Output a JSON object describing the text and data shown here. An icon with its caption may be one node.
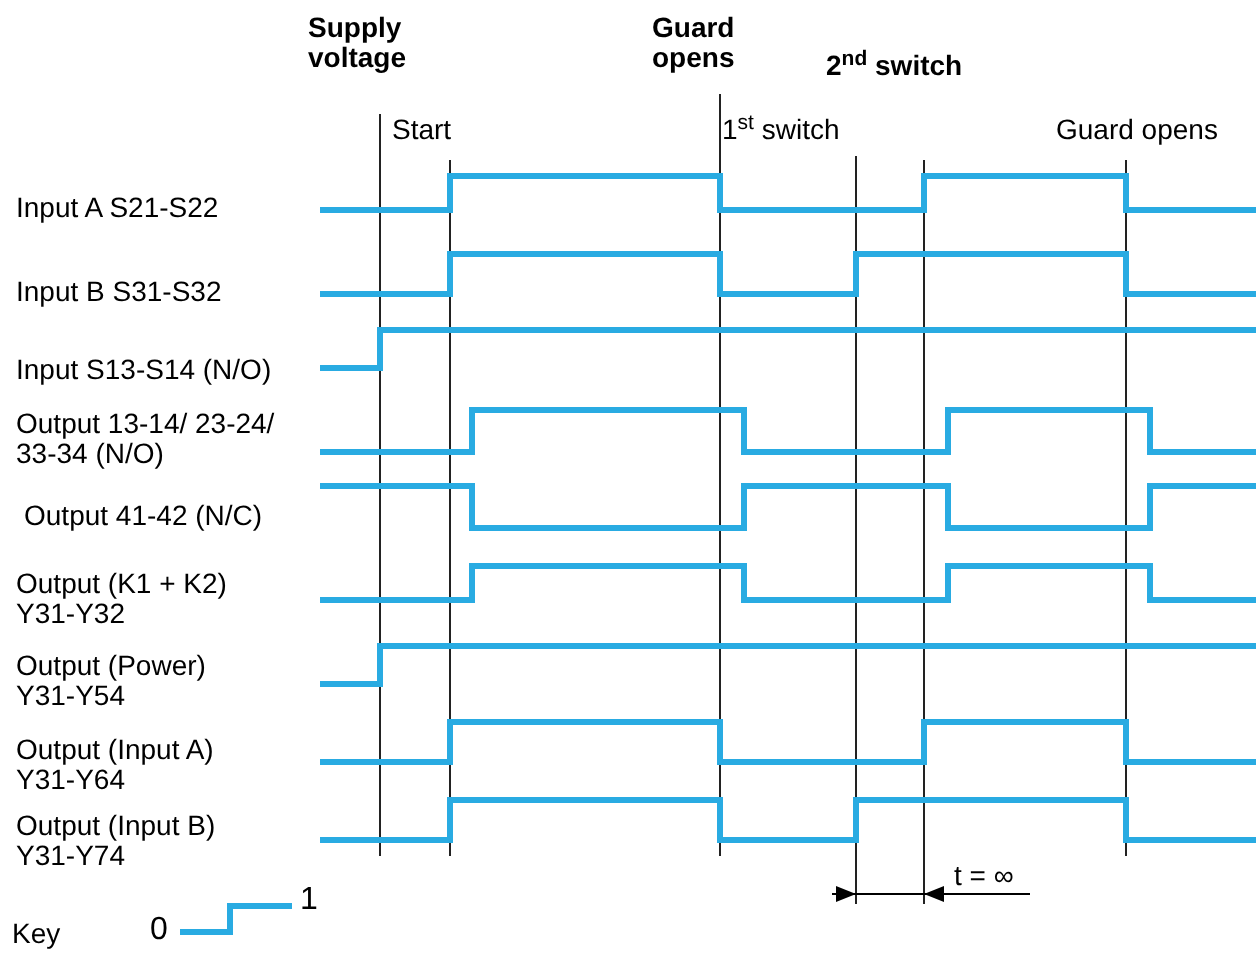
{
  "diagram": {
    "labels": [
      "Supply voltage",
      "Guard opens",
      "2$^{nd}$ switch",
      "Start",
      "1$^{st}$ switch",
      "Guard opens",
      "Input A S21-S22",
      "Input B S31-S32",
      "Input S13-S14 (N/O)",
      "Output 13-14/ 23-24/ 33-34 (N/O)",
      "Output 41-42 (N/C)",
      "Output (K1 + K2) Y31-Y32",
      "Output (Power) Y31-Y54",
      "Output (Input A) Y31-Y64",
      "Output (Input B) Y31-Y74",
      "t = ∞",
      "Key",
      "0",
      "1"
    ]
  }
}
